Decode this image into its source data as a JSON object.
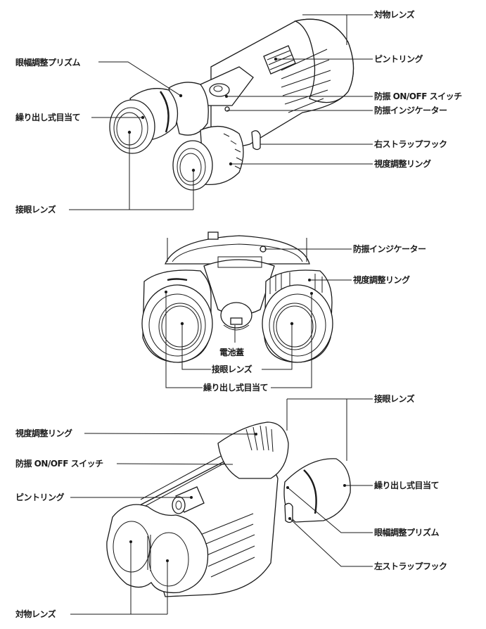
{
  "title": "双眼鏡 各部の名称",
  "views": [
    {
      "name": "top-oblique-view",
      "labels": {
        "objective_lens": "対物レンズ",
        "focus_ring": "ピントリング",
        "stabilizer_switch": "防振 ON/OFF スイッチ",
        "stabilizer_indicator": "防振インジケーター",
        "right_strap_hook": "右ストラップフック",
        "diopter_ring": "視度調整リング",
        "ipd_prism": "眼幅調整プリズム",
        "twist_eyecup": "繰り出し式目当て",
        "eyepiece_lens": "接眼レンズ"
      }
    },
    {
      "name": "rear-view",
      "labels": {
        "stabilizer_indicator": "防振インジケーター",
        "diopter_ring": "視度調整リング",
        "battery_cover": "電池蓋",
        "eyepiece_lens": "接眼レンズ",
        "twist_eyecup": "繰り出し式目当て"
      }
    },
    {
      "name": "front-oblique-view",
      "labels": {
        "eyepiece_lens": "接眼レンズ",
        "diopter_ring": "視度調整リング",
        "stabilizer_switch": "防振 ON/OFF スイッチ",
        "focus_ring": "ピントリング",
        "twist_eyecup": "繰り出し式目当て",
        "ipd_prism": "眼幅調整プリズム",
        "left_strap_hook": "左ストラップフック",
        "objective_lens": "対物レンズ"
      }
    }
  ]
}
